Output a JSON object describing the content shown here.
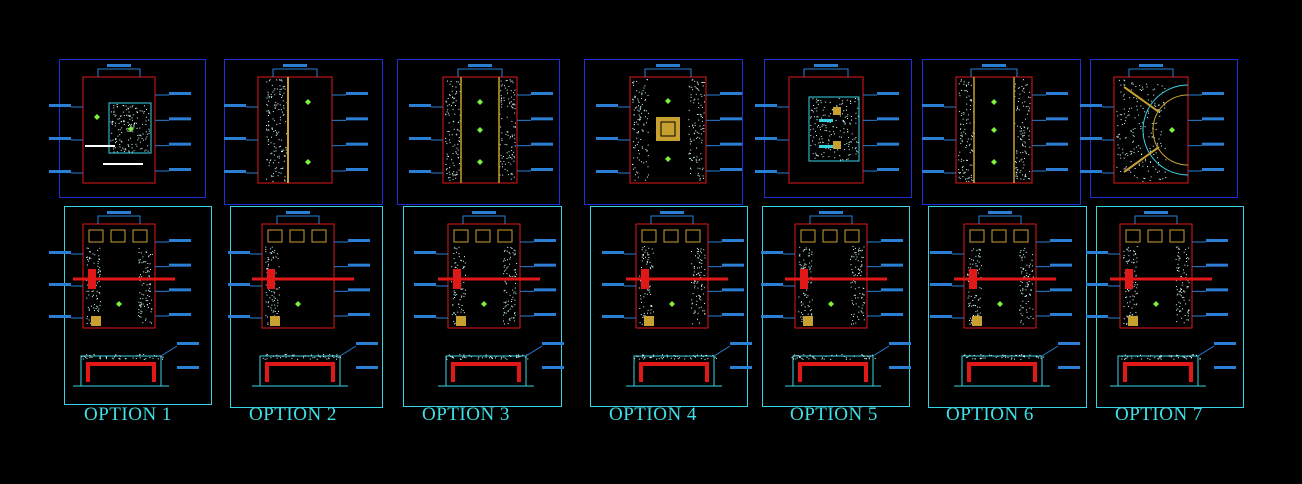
{
  "drawing": {
    "options": [
      {
        "label": "OPTION 1"
      },
      {
        "label": "OPTION 2"
      },
      {
        "label": "OPTION 3"
      },
      {
        "label": "OPTION 4"
      },
      {
        "label": "OPTION 5"
      },
      {
        "label": "OPTION 6"
      },
      {
        "label": "OPTION 7"
      }
    ],
    "colors": {
      "background": "#000000",
      "ceiling_frame": "#1f2fd8",
      "plan_frame": "#39d3e6",
      "label": "#3fe0e8",
      "room_outline": "#e01818",
      "annotation": "#2a7fd4",
      "cove": "#c8a030",
      "lamp": "#7cf03a",
      "section_fill": "#e01818",
      "hatch": "#d8ffff"
    }
  }
}
